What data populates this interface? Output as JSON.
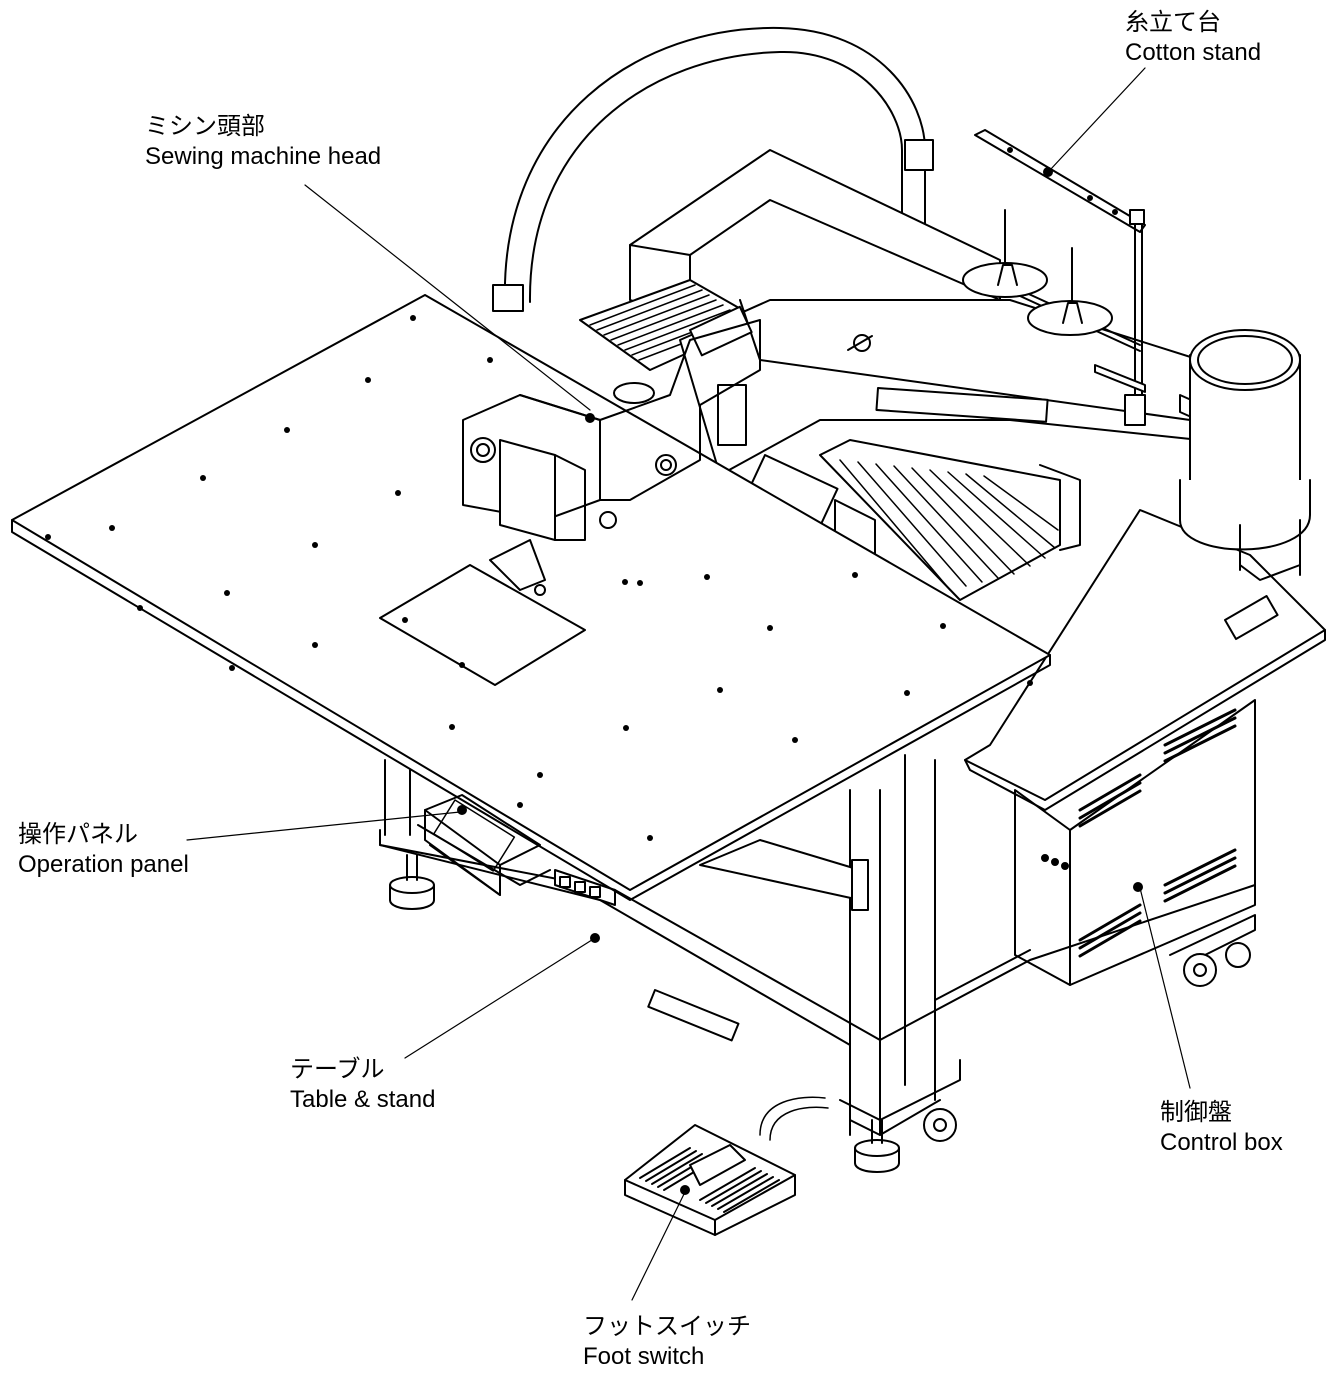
{
  "labels": {
    "cotton_stand": {
      "ja": "糸立て台",
      "en": "Cotton stand"
    },
    "sewing_head": {
      "ja": "ミシン頭部",
      "en": "Sewing machine head"
    },
    "operation_panel": {
      "ja": "操作パネル",
      "en": "Operation panel"
    },
    "table_stand": {
      "ja": "テーブル",
      "en": "Table & stand"
    },
    "control_box": {
      "ja": "制御盤",
      "en": "Control box"
    },
    "foot_switch": {
      "ja": "フットスイッチ",
      "en": "Foot switch"
    }
  },
  "colors": {
    "line": "#000000",
    "fill": "#ffffff",
    "shade": "#e6e6e6"
  }
}
